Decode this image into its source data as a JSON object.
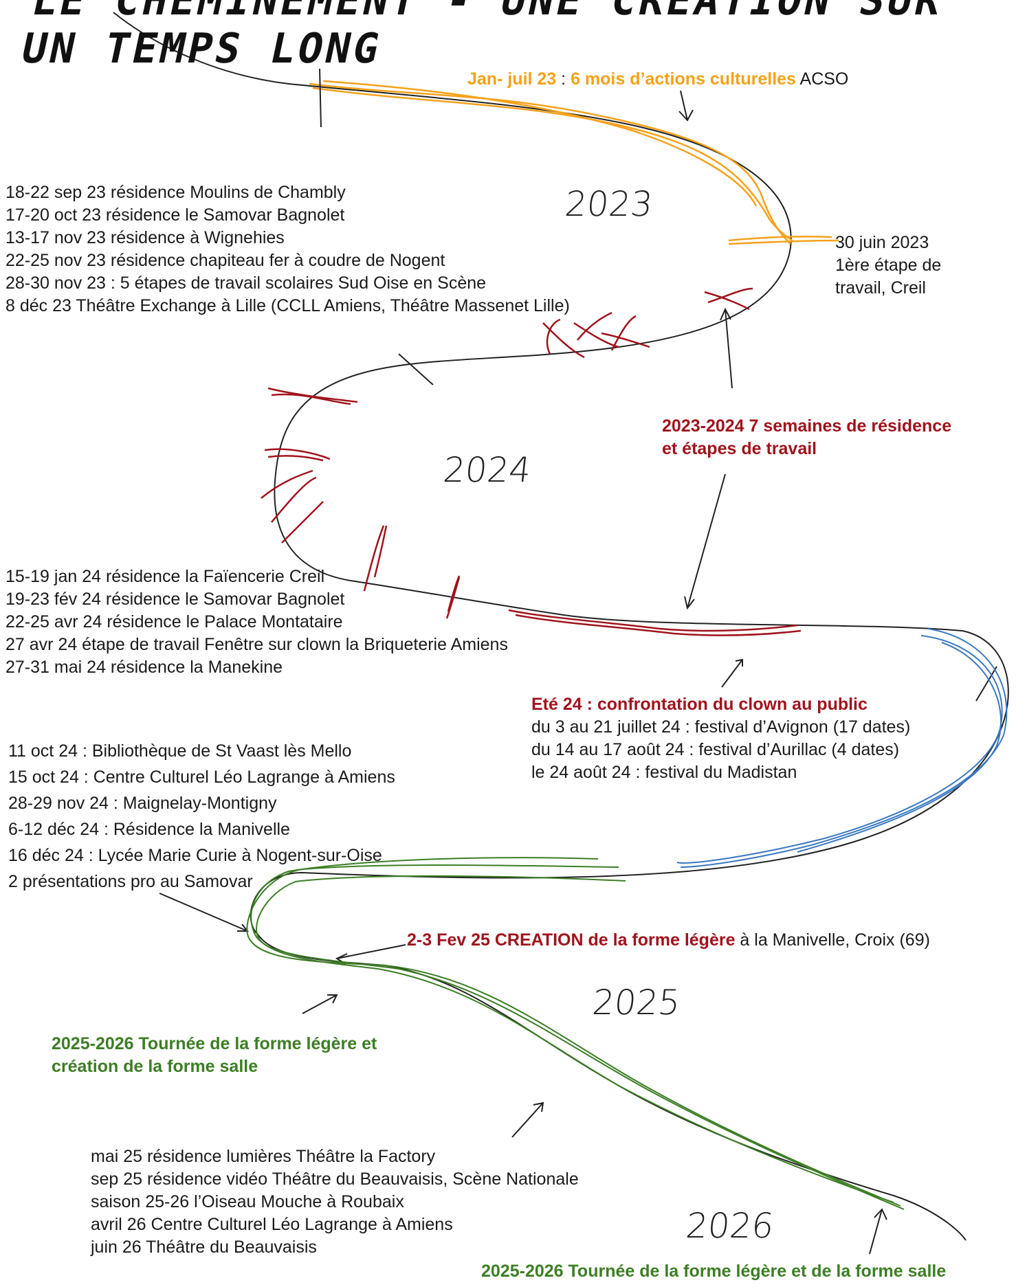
{
  "header": {
    "title": "LE CHEMINEMENT - UNE CRÉATION SUR UN TEMPS LONG"
  },
  "years": {
    "y2023": "2023",
    "y2024": "2024",
    "y2025": "2025",
    "y2026": "2026"
  },
  "top": {
    "dates": "Jan- juil 23",
    "sep": " : ",
    "actions": "6 mois d’actions culturelles",
    "org": " ACSO"
  },
  "etape1": [
    "30 juin 2023",
    "1ère étape de",
    "travail, Creil"
  ],
  "residences_2023": [
    "18-22 sep 23 résidence Moulins de Chambly",
    "17-20 oct 23 résidence le Samovar Bagnolet",
    "13-17 nov 23 résidence à Wignehies",
    "22-25 nov 23 résidence chapiteau fer à coudre de Nogent",
    "28-30 nov 23 : 5 étapes de travail  scolaires Sud Oise en Scène",
    "8 déc 23 Théâtre Exchange à Lille (CCLL Amiens, Théâtre Massenet Lille)"
  ],
  "semaines": [
    "2023-2024 7 semaines de résidence",
    "et étapes de travail"
  ],
  "residences_2024": [
    "15-19 jan 24 résidence la Faïencerie Creil",
    "19-23 fév 24 résidence le Samovar Bagnolet",
    "22-25 avr 24 résidence le Palace Montataire",
    "27 avr 24 étape de travail Fenêtre sur clown la Briqueterie Amiens",
    "27-31 mai 24 résidence la Manekine"
  ],
  "ete24": {
    "title": "Eté 24 : confrontation du clown au public",
    "lines": [
      "du 3 au 21 juillet 24 : festival d’Avignon (17 dates)",
      "du 14 au 17 août 24 : festival d’Aurillac (4 dates)",
      "le 24 août 24 : festival du Madistan"
    ]
  },
  "automne24": [
    "11 oct 24 : Bibliothèque de St Vaast lès Mello",
    "15 oct 24 : Centre Culturel Léo Lagrange à Amiens",
    "28-29 nov 24 : Maignelay-Montigny",
    "6-12 déc 24 : Résidence la Manivelle",
    "16 déc 24 : Lycée Marie Curie à Nogent-sur-Oise",
    "2 présentations pro au Samovar"
  ],
  "creation": {
    "bold": "2-3 Fev 25 CREATION de la forme légère",
    "rest": " à la Manivelle, Croix (69)"
  },
  "tournee1": [
    "2025-2026 Tournée de la forme légère et",
    "création de la forme salle"
  ],
  "saison25": [
    "mai 25 résidence lumières Théâtre la Factory",
    "sep 25 résidence vidéo Théâtre du Beauvaisis, Scène Nationale",
    "saison 25-26 l’Oiseau Mouche à Roubaix",
    "avril 26 Centre Culturel Léo Lagrange à Amiens",
    "juin 26 Théâtre du Beauvaisis"
  ],
  "tournee2": "2025-2026 Tournée de la forme légère et  de la forme salle",
  "colors": {
    "orange": "#f5a11a",
    "red": "#a0131c",
    "blue": "#3a78c2",
    "green": "#3c7e24",
    "black": "#222222"
  }
}
